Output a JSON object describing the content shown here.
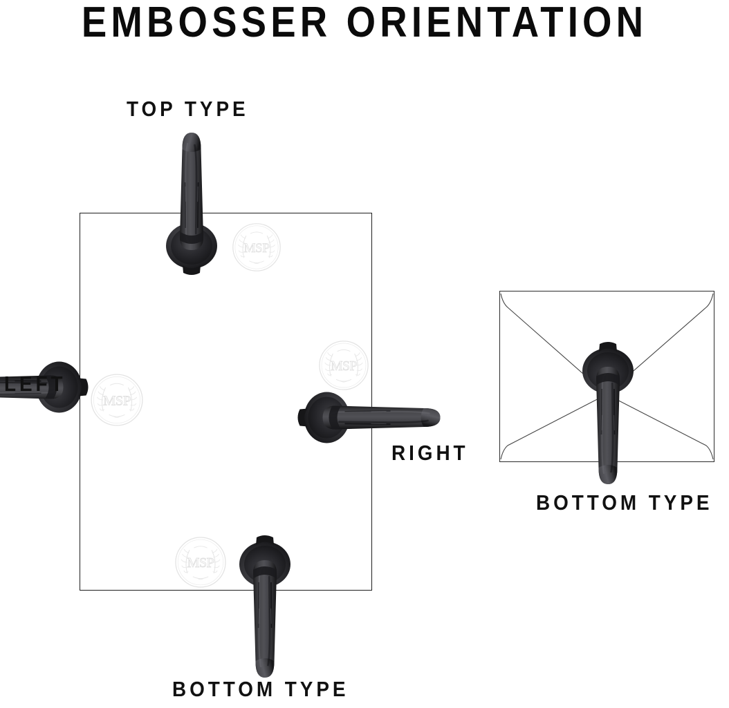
{
  "page": {
    "title": "EMBOSSER ORIENTATION",
    "background_color": "#ffffff",
    "text_color": "#0b0b0b"
  },
  "diagram": {
    "paper": {
      "name": "paper-sheet",
      "outline_color": "#1d1d1d",
      "fill_color": "#ffffff"
    },
    "envelope": {
      "name": "envelope",
      "outline_color": "#2a2a2a",
      "fill_color": "#ffffff",
      "flap_style": "x-crossed-flaps"
    },
    "tool": {
      "name": "embosser",
      "body_color": "#3a3a3c",
      "shadow_color": "#161617",
      "highlight_color": "#6b6b70"
    },
    "seal": {
      "name": "embossed-seal",
      "monogram": "MSP",
      "motif": "laurel-wreath",
      "ink_color": "#d8d8d8"
    }
  },
  "labels": {
    "top": "TOP TYPE",
    "left": "LEFT",
    "right": "RIGHT",
    "bottom": "BOTTOM TYPE",
    "envelope_bottom": "BOTTOM TYPE"
  },
  "positions": [
    {
      "label": "TOP TYPE",
      "surface": "paper",
      "edge": "top",
      "handle_direction": "up"
    },
    {
      "label": "LEFT",
      "surface": "paper",
      "edge": "left",
      "handle_direction": "left"
    },
    {
      "label": "RIGHT",
      "surface": "paper",
      "edge": "right",
      "handle_direction": "right"
    },
    {
      "label": "BOTTOM TYPE",
      "surface": "paper",
      "edge": "bottom",
      "handle_direction": "down"
    },
    {
      "label": "BOTTOM TYPE",
      "surface": "envelope",
      "edge": "bottom",
      "handle_direction": "down"
    }
  ]
}
